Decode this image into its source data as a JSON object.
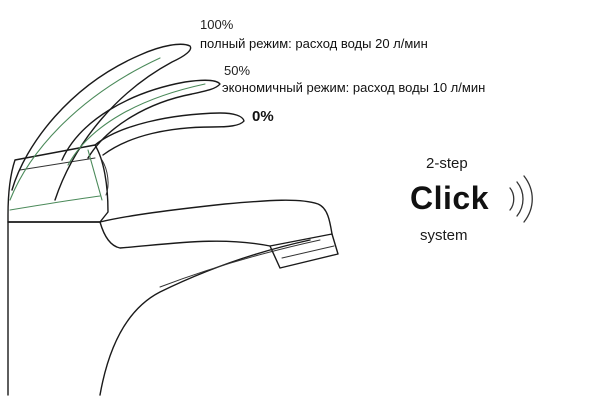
{
  "positions": {
    "full": {
      "percent": "100%",
      "description": "полный режим: расход воды 20 л/мин"
    },
    "eco": {
      "percent": "50%",
      "description": "экономичный режим: расход воды 10 л/мин"
    },
    "closed": {
      "percent": "0%"
    }
  },
  "badge": {
    "line1": "2-step",
    "line2": "Click",
    "line3": "system"
  },
  "colors": {
    "outline": "#1a1a1a",
    "position_lines": "#4b8a5a"
  },
  "icons": [
    "sound-waves-icon"
  ]
}
